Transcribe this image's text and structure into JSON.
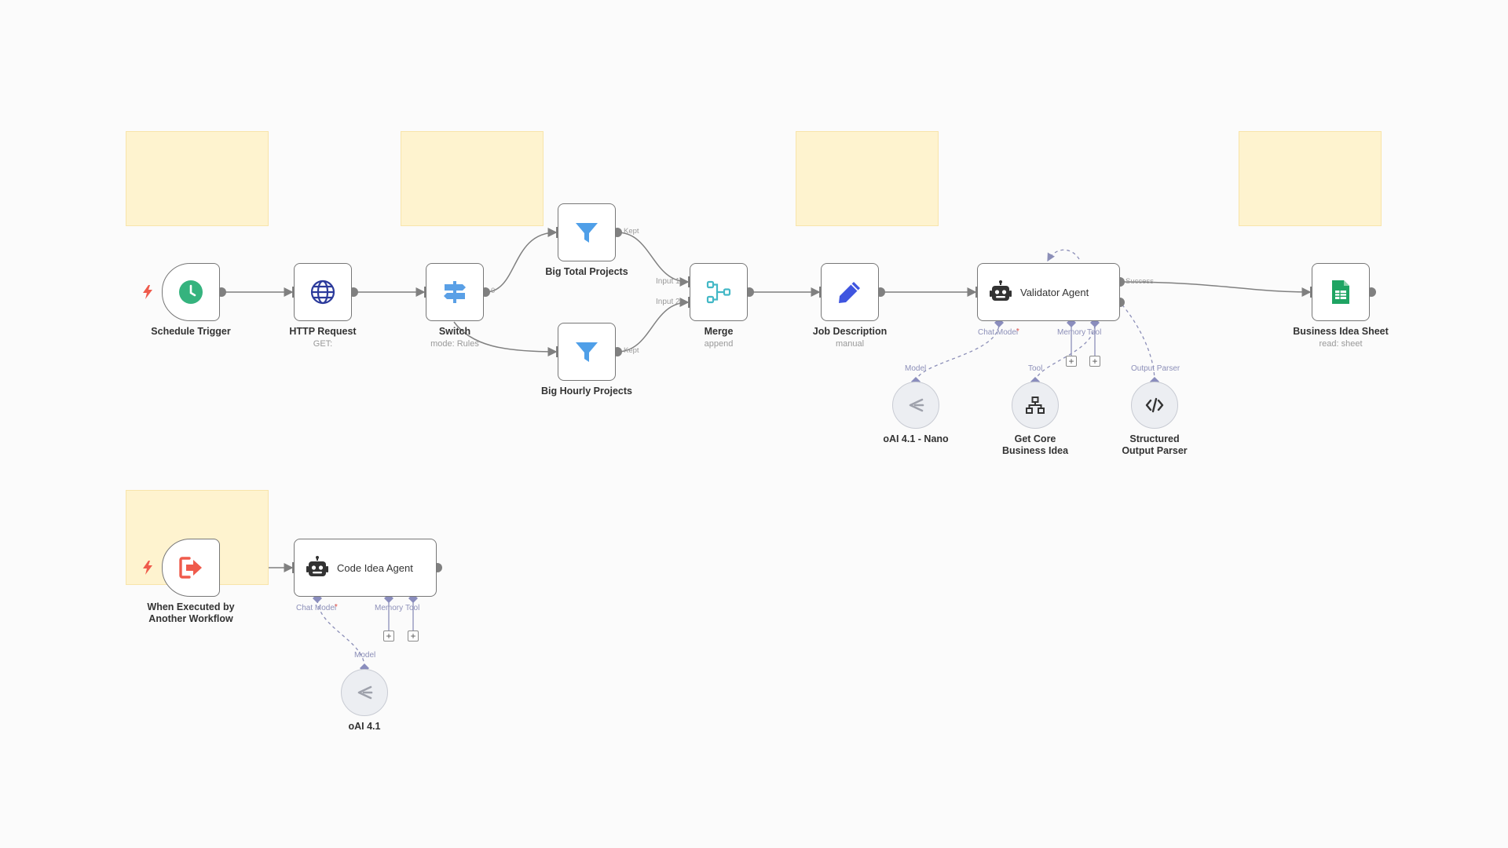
{
  "colors": {
    "canvas": "#fbfbfb",
    "sticky": "#fef3cf",
    "wire": "#808080",
    "sub_wire": "#8c8fb8",
    "trigger_bolt": "#ef5b4c",
    "clock": "#35b37e",
    "globe": "#2b3a9b",
    "switch": "#5aa0e6",
    "filter": "#4f9fe8",
    "merge": "#43b8c6",
    "pencil": "#3f55e0",
    "sheets": "#1fa463",
    "exit": "#ef5b4c"
  },
  "nodes": {
    "schedule_trigger": {
      "title": "Schedule Trigger",
      "icon": "clock-icon"
    },
    "http_request": {
      "title": "HTTP Request",
      "subtitle": "GET:",
      "icon": "globe-icon"
    },
    "switch": {
      "title": "Switch",
      "subtitle": "mode: Rules",
      "icon": "signpost-icon",
      "output": "0"
    },
    "big_total_projects": {
      "title": "Big Total Projects",
      "icon": "filter-icon",
      "output": "Kept"
    },
    "big_hourly_projects": {
      "title": "Big Hourly Projects",
      "icon": "filter-icon",
      "output": "Kept"
    },
    "merge": {
      "title": "Merge",
      "subtitle": "append",
      "icon": "merge-icon",
      "inputs": [
        "Input 1",
        "Input 2"
      ]
    },
    "job_description": {
      "title": "Job Description",
      "subtitle": "manual",
      "icon": "pencil-icon"
    },
    "validator_agent": {
      "title": "Validator Agent",
      "icon": "robot-icon",
      "output": "Success",
      "ports": [
        "Chat Model",
        "*",
        "Memory",
        "Tool"
      ]
    },
    "business_idea_sheet": {
      "title": "Business Idea Sheet",
      "subtitle": "read: sheet",
      "icon": "sheets-icon"
    },
    "oai_nano": {
      "title": "oAI 4.1 - Nano",
      "port": "Model",
      "icon": "openai-icon"
    },
    "get_core_business_idea": {
      "title": "Get Core Business Idea",
      "port": "Tool",
      "icon": "sitemap-icon"
    },
    "structured_output_parser": {
      "title": "Structured Output Parser",
      "port": "Output Parser",
      "icon": "code-icon"
    },
    "when_executed": {
      "title": "When Executed by Another Workflow",
      "icon": "exit-icon"
    },
    "code_idea_agent": {
      "title": "Code Idea Agent",
      "icon": "robot-icon",
      "ports": [
        "Chat Model",
        "*",
        "Memory",
        "Tool"
      ]
    },
    "oai_41": {
      "title": "oAI 4.1",
      "port": "Model",
      "icon": "openai-icon"
    }
  },
  "plus_symbol": "+"
}
